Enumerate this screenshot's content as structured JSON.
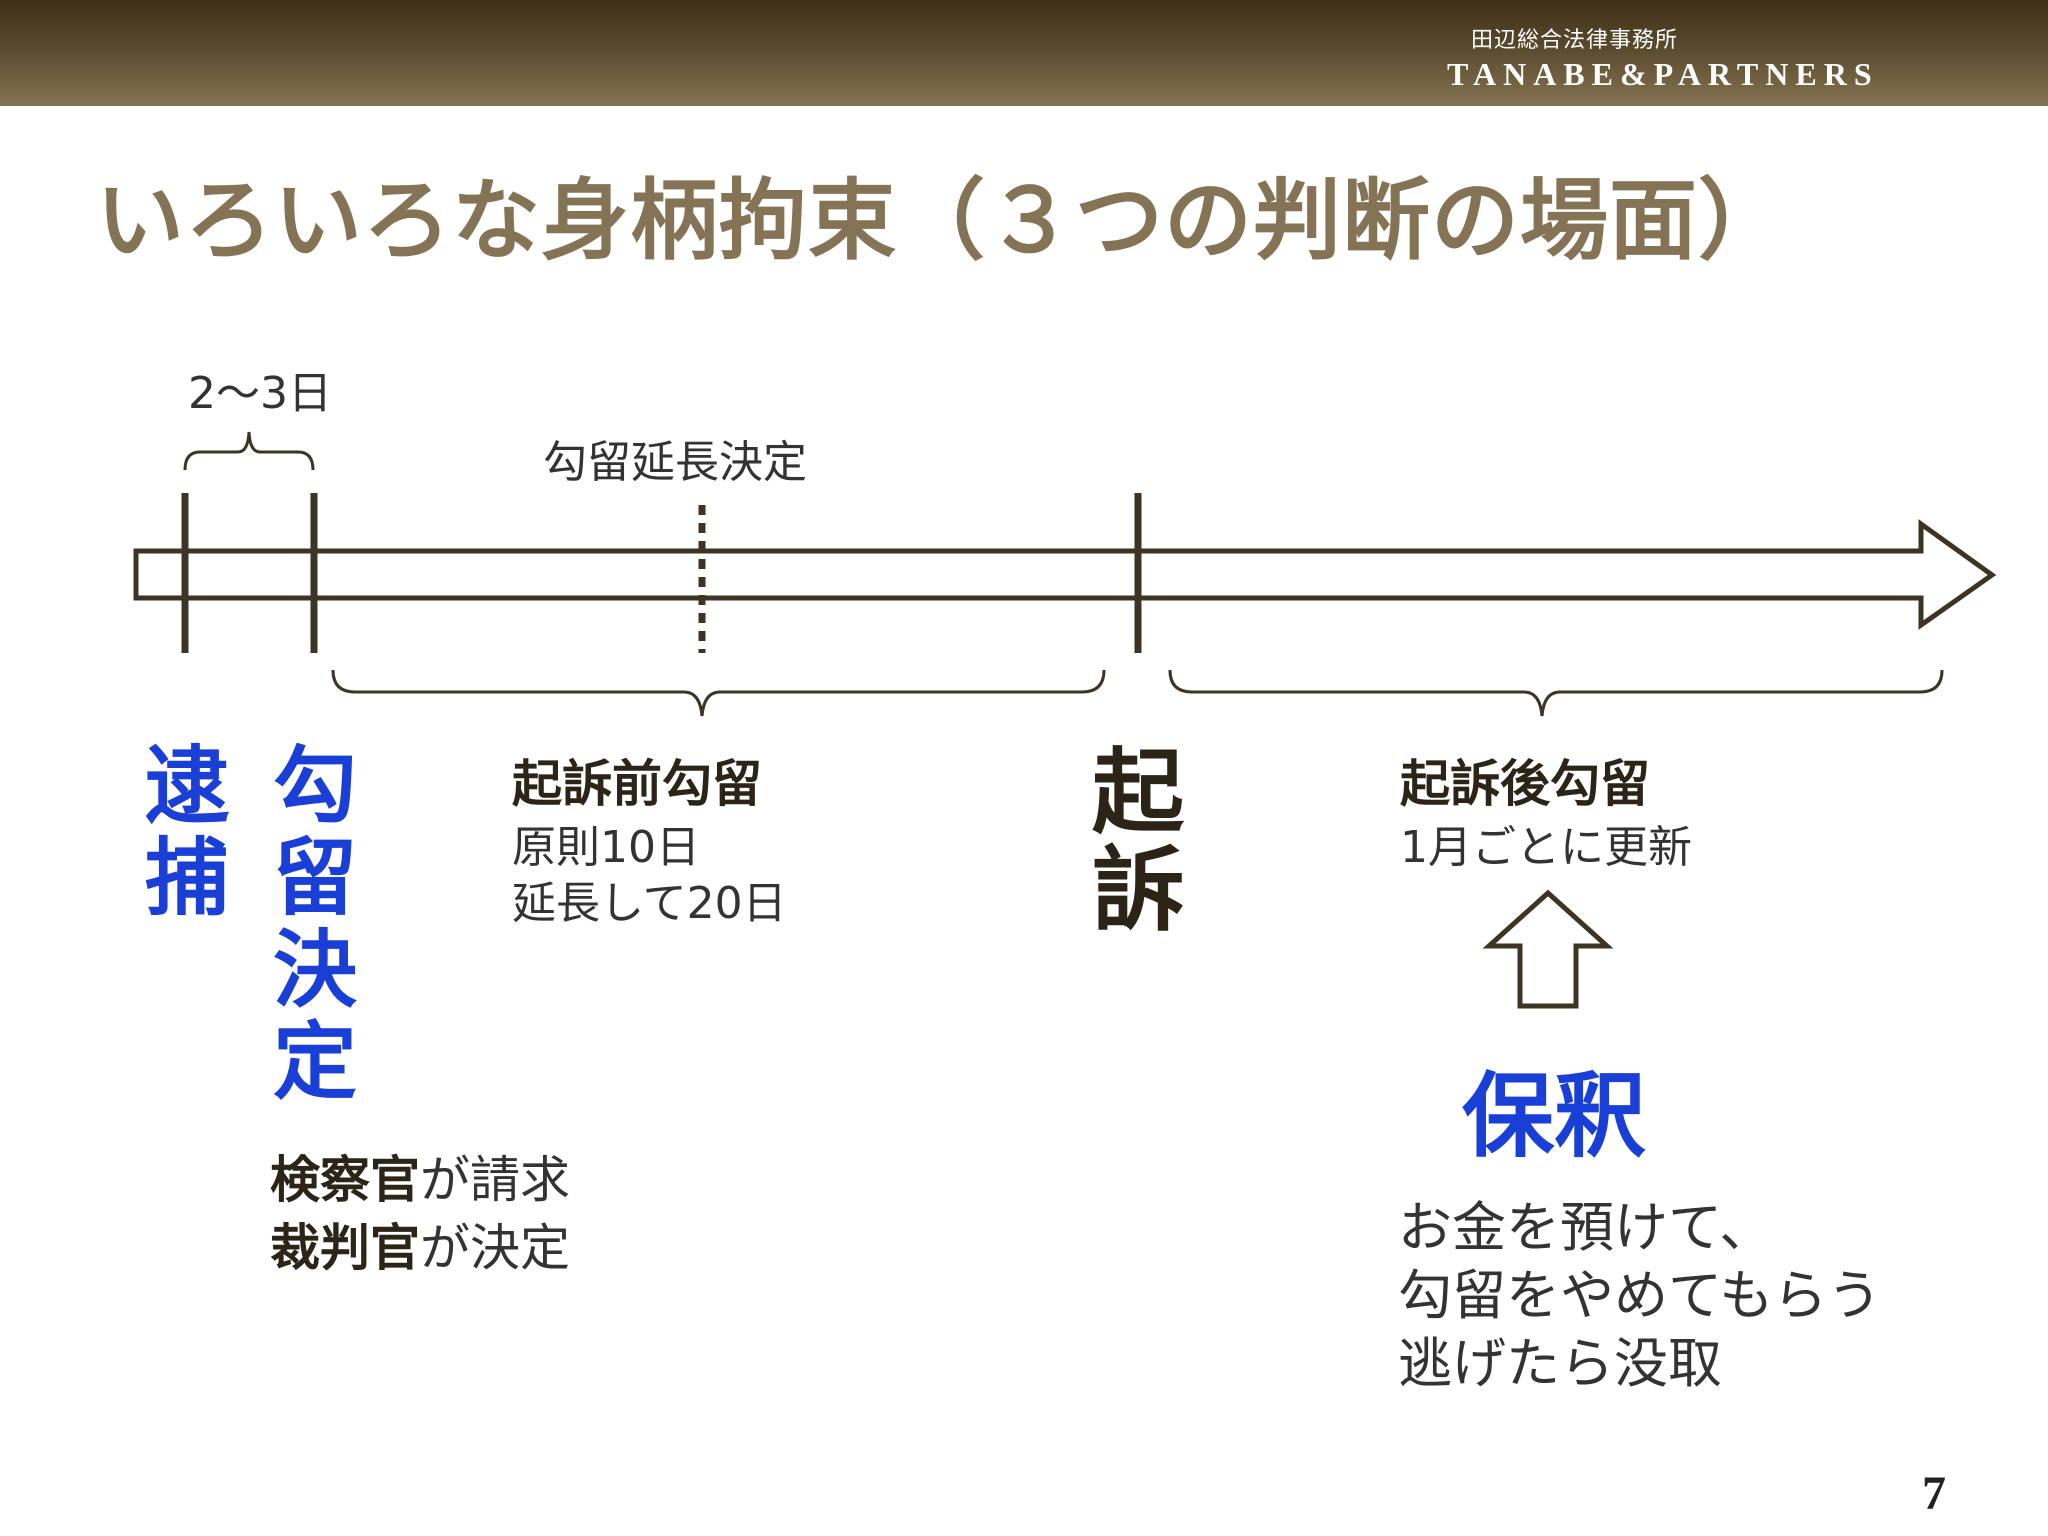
{
  "header": {
    "firm_name_jp": "田辺総合法律事務所",
    "firm_name_en": "TANABE&PARTNERS"
  },
  "title": "いろいろな身柄拘束（３つの判断の場面）",
  "timeline": {
    "brace_top_label": "2〜3日",
    "extension_label": "勾留延長決定"
  },
  "events": {
    "arrest": "逮捕",
    "detention_decision": "勾留決定",
    "indictment": "起訴"
  },
  "pre_indictment": {
    "title": "起訴前勾留",
    "line1": "原則10日",
    "line2": "延長して20日"
  },
  "post_indictment": {
    "title": "起訴後勾留",
    "line1": "1月ごとに更新"
  },
  "request": {
    "line1_bold": "検察官",
    "line1_rest": "が請求",
    "line2_bold": "裁判官",
    "line2_rest": "が決定"
  },
  "bail": {
    "label": "保釈",
    "line1": "お金を預けて、",
    "line2": "勾留をやめてもらう",
    "line3": "逃げたら没取"
  },
  "page_number": "7",
  "colors": {
    "header_dark": "#3e3019",
    "header_light": "#847453",
    "title": "#857355",
    "accent_blue": "#1a3fd6",
    "line_dark": "#3d3423"
  }
}
